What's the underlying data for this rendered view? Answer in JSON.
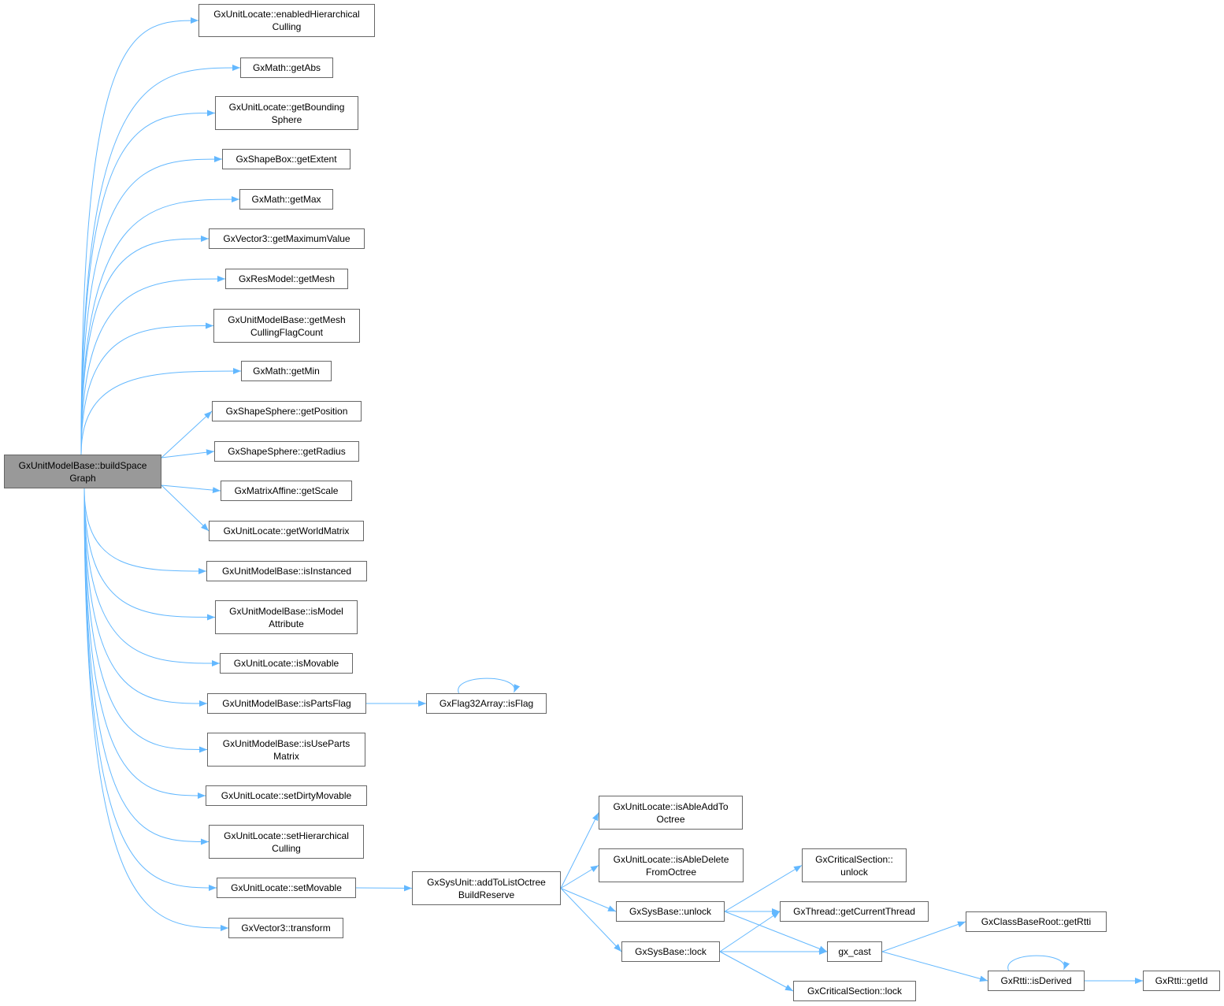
{
  "graph": {
    "edge_color": "#63b8ff",
    "root_fill": "#999999",
    "nodes": [
      {
        "id": "root",
        "lines": [
          "GxUnitModelBase::buildSpace",
          "Graph"
        ],
        "highlighted": true
      },
      {
        "id": "n1",
        "lines": [
          "GxUnitLocate::enabledHierarchical",
          "Culling"
        ]
      },
      {
        "id": "n2",
        "lines": [
          "GxMath::getAbs"
        ]
      },
      {
        "id": "n3",
        "lines": [
          "GxUnitLocate::getBounding",
          "Sphere"
        ]
      },
      {
        "id": "n4",
        "lines": [
          "GxShapeBox::getExtent"
        ]
      },
      {
        "id": "n5",
        "lines": [
          "GxMath::getMax"
        ]
      },
      {
        "id": "n6",
        "lines": [
          "GxVector3::getMaximumValue"
        ]
      },
      {
        "id": "n7",
        "lines": [
          "GxResModel::getMesh"
        ]
      },
      {
        "id": "n8",
        "lines": [
          "GxUnitModelBase::getMesh",
          "CullingFlagCount"
        ]
      },
      {
        "id": "n9",
        "lines": [
          "GxMath::getMin"
        ]
      },
      {
        "id": "n10",
        "lines": [
          "GxShapeSphere::getPosition"
        ]
      },
      {
        "id": "n11",
        "lines": [
          "GxShapeSphere::getRadius"
        ]
      },
      {
        "id": "n12",
        "lines": [
          "GxMatrixAffine::getScale"
        ]
      },
      {
        "id": "n13",
        "lines": [
          "GxUnitLocate::getWorldMatrix"
        ]
      },
      {
        "id": "n14",
        "lines": [
          "GxUnitModelBase::isInstanced"
        ]
      },
      {
        "id": "n15",
        "lines": [
          "GxUnitModelBase::isModel",
          "Attribute"
        ]
      },
      {
        "id": "n16",
        "lines": [
          "GxUnitLocate::isMovable"
        ]
      },
      {
        "id": "n17",
        "lines": [
          "GxUnitModelBase::isPartsFlag"
        ]
      },
      {
        "id": "n18",
        "lines": [
          "GxUnitModelBase::isUseParts",
          "Matrix"
        ]
      },
      {
        "id": "n19",
        "lines": [
          "GxUnitLocate::setDirtyMovable"
        ]
      },
      {
        "id": "n20",
        "lines": [
          "GxUnitLocate::setHierarchical",
          "Culling"
        ]
      },
      {
        "id": "n21",
        "lines": [
          "GxUnitLocate::setMovable"
        ]
      },
      {
        "id": "n22",
        "lines": [
          "GxVector3::transform"
        ]
      },
      {
        "id": "f1",
        "lines": [
          "GxFlag32Array::isFlag"
        ]
      },
      {
        "id": "a1",
        "lines": [
          "GxSysUnit::addToListOctree",
          "BuildReserve"
        ]
      },
      {
        "id": "b1",
        "lines": [
          "GxUnitLocate::isAbleAddTo",
          "Octree"
        ]
      },
      {
        "id": "b2",
        "lines": [
          "GxUnitLocate::isAbleDelete",
          "FromOctree"
        ]
      },
      {
        "id": "b3",
        "lines": [
          "GxSysBase::unlock"
        ]
      },
      {
        "id": "b4",
        "lines": [
          "GxSysBase::lock"
        ]
      },
      {
        "id": "c1",
        "lines": [
          "GxCriticalSection::",
          "unlock"
        ]
      },
      {
        "id": "c2",
        "lines": [
          "GxThread::getCurrentThread"
        ]
      },
      {
        "id": "c3",
        "lines": [
          "gx_cast"
        ]
      },
      {
        "id": "c4",
        "lines": [
          "GxCriticalSection::lock"
        ]
      },
      {
        "id": "d1",
        "lines": [
          "GxClassBaseRoot::getRtti"
        ]
      },
      {
        "id": "d2",
        "lines": [
          "GxRtti::isDerived"
        ]
      },
      {
        "id": "e1",
        "lines": [
          "GxRtti::getId"
        ]
      }
    ],
    "edges": [
      [
        "root",
        "n1"
      ],
      [
        "root",
        "n2"
      ],
      [
        "root",
        "n3"
      ],
      [
        "root",
        "n4"
      ],
      [
        "root",
        "n5"
      ],
      [
        "root",
        "n6"
      ],
      [
        "root",
        "n7"
      ],
      [
        "root",
        "n8"
      ],
      [
        "root",
        "n9"
      ],
      [
        "root",
        "n10"
      ],
      [
        "root",
        "n11"
      ],
      [
        "root",
        "n12"
      ],
      [
        "root",
        "n13"
      ],
      [
        "root",
        "n14"
      ],
      [
        "root",
        "n15"
      ],
      [
        "root",
        "n16"
      ],
      [
        "root",
        "n17"
      ],
      [
        "root",
        "n18"
      ],
      [
        "root",
        "n19"
      ],
      [
        "root",
        "n20"
      ],
      [
        "root",
        "n21"
      ],
      [
        "root",
        "n22"
      ],
      [
        "n17",
        "f1"
      ],
      [
        "f1",
        "f1"
      ],
      [
        "n21",
        "a1"
      ],
      [
        "a1",
        "b1"
      ],
      [
        "a1",
        "b2"
      ],
      [
        "a1",
        "b3"
      ],
      [
        "a1",
        "b4"
      ],
      [
        "b3",
        "c1"
      ],
      [
        "b3",
        "c2"
      ],
      [
        "b3",
        "c3"
      ],
      [
        "b4",
        "c2"
      ],
      [
        "b4",
        "c3"
      ],
      [
        "b4",
        "c4"
      ],
      [
        "c3",
        "d1"
      ],
      [
        "c3",
        "d2"
      ],
      [
        "d2",
        "d2"
      ],
      [
        "d2",
        "e1"
      ]
    ]
  }
}
